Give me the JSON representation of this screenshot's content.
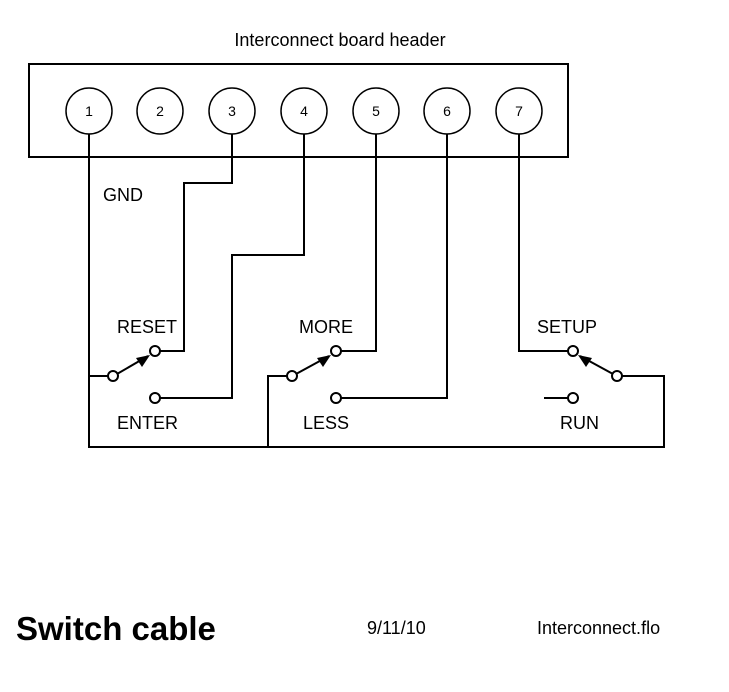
{
  "header": {
    "title": "Interconnect board header",
    "pins": [
      "1",
      "2",
      "3",
      "4",
      "5",
      "6",
      "7"
    ]
  },
  "labels": {
    "gnd": "GND",
    "reset": "RESET",
    "enter": "ENTER",
    "more": "MORE",
    "less": "LESS",
    "setup": "SETUP",
    "run": "RUN"
  },
  "footer": {
    "title": "Switch cable",
    "date": "9/11/10",
    "filename": "Interconnect.flo"
  }
}
